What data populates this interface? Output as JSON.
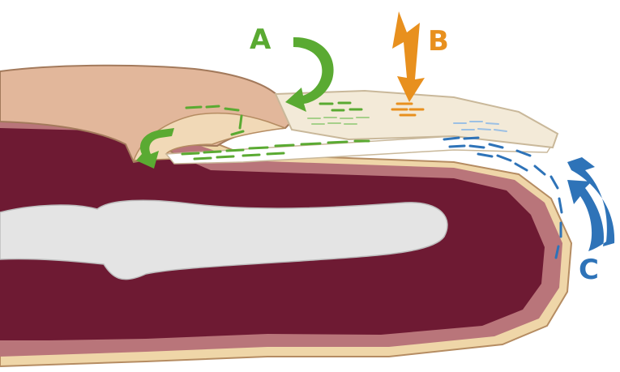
{
  "labels": {
    "a": "A",
    "b": "B",
    "c": "C"
  },
  "colors": {
    "a": "#5aaa32",
    "b": "#e8901e",
    "c": "#2e73b8",
    "dermis": "#6e1a33",
    "skin_mid": "#b9757a",
    "skin_outer": "#efd6a8",
    "bone": "#e4e4e4",
    "nail": "#f3ead8"
  }
}
